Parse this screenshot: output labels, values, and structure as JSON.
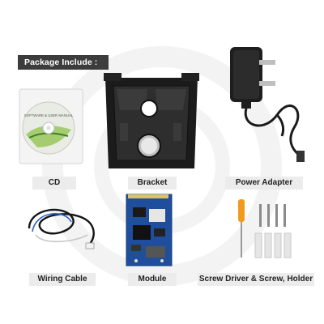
{
  "header": {
    "title": "Package Include :"
  },
  "items": [
    {
      "label": "CD",
      "icon": "cd-disc-icon",
      "disc_text": "SOFTWARE & USER MANUAL"
    },
    {
      "label": "Bracket",
      "icon": "mounting-bracket-icon"
    },
    {
      "label": "Power Adapter",
      "icon": "power-adapter-icon"
    },
    {
      "label": "Wiring Cable",
      "icon": "wiring-cable-icon"
    },
    {
      "label": "Module",
      "icon": "circuit-board-icon"
    },
    {
      "label": "Screw Driver & Screw, Holder",
      "icon": "screwdriver-screws-icon"
    }
  ],
  "colors": {
    "badge_bg": "#3c3c3c",
    "label_bg": "#ececec",
    "pcb_blue": "#1f4e9c",
    "screwdriver_orange": "#f29a1e"
  }
}
